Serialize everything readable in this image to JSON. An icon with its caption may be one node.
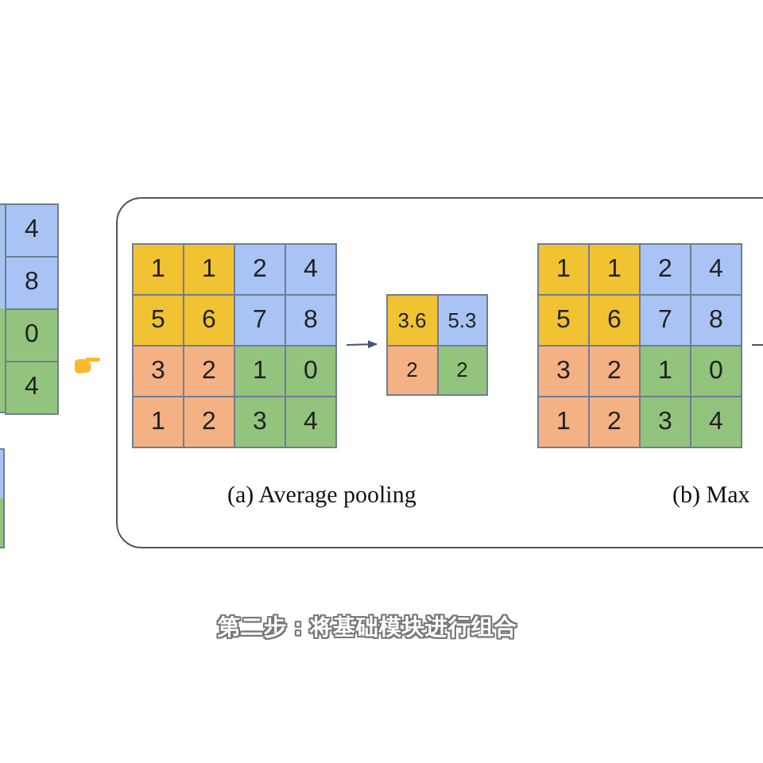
{
  "diagram": {
    "nodes": [
      {
        "text": [],
        "shape": "box"
      },
      {
        "text": [
          "4"
        ],
        "in": 0
      },
      {
        "text": [
          "8"
        ],
        "in": 0
      },
      {
        "text": [
          "0"
        ],
        "in": 0
      },
      {
        "text": [
          "4"
        ],
        "in": 0
      },
      {
        "text": [],
        "shape": "box"
      },
      {
        "text": [],
        "shape": "box",
        "in": 5,
        "beside": [
          "(a) Average pooling"
        ]
      },
      {
        "text": [
          "1"
        ],
        "in": 6
      },
      {
        "text": [
          "1"
        ],
        "in": 6
      },
      {
        "text": [
          "2"
        ],
        "in": 6
      },
      {
        "text": [
          "4"
        ],
        "in": 6
      },
      {
        "text": [
          "5"
        ],
        "in": 6
      },
      {
        "text": [
          "6"
        ],
        "in": 6
      },
      {
        "text": [
          "7"
        ],
        "in": 6
      },
      {
        "text": [
          "8"
        ],
        "in": 6
      },
      {
        "text": [
          "3"
        ],
        "in": 6
      },
      {
        "text": [
          "2"
        ],
        "in": 6
      },
      {
        "text": [
          "1"
        ],
        "in": 6
      },
      {
        "text": [
          "0"
        ],
        "in": 6
      },
      {
        "text": [
          "1"
        ],
        "in": 6
      },
      {
        "text": [
          "2"
        ],
        "in": 6
      },
      {
        "text": [
          "3"
        ],
        "in": 6
      },
      {
        "text": [
          "4"
        ],
        "in": 6
      },
      {
        "text": [],
        "shape": "box",
        "in": 5
      },
      {
        "text": [
          "3.6"
        ],
        "in": 23
      },
      {
        "text": [
          "5.3"
        ],
        "in": 23
      },
      {
        "text": [
          "2"
        ],
        "in": 23
      },
      {
        "text": [
          "2"
        ],
        "in": 23
      },
      {
        "text": [],
        "shape": "box",
        "in": 5,
        "beside": [
          "(b) Max"
        ]
      },
      {
        "text": [
          "1"
        ],
        "in": 28
      },
      {
        "text": [
          "1"
        ],
        "in": 28
      },
      {
        "text": [
          "2"
        ],
        "in": 28
      },
      {
        "text": [
          "4"
        ],
        "in": 28
      },
      {
        "text": [
          "5"
        ],
        "in": 28
      },
      {
        "text": [
          "6"
        ],
        "in": 28
      },
      {
        "text": [
          "7"
        ],
        "in": 28
      },
      {
        "text": [
          "8"
        ],
        "in": 28
      },
      {
        "text": [
          "3"
        ],
        "in": 28
      },
      {
        "text": [
          "2"
        ],
        "in": 28
      },
      {
        "text": [
          "1"
        ],
        "in": 28
      },
      {
        "text": [
          "0"
        ],
        "in": 28
      },
      {
        "text": [
          "1"
        ],
        "in": 28
      },
      {
        "text": [
          "2"
        ],
        "in": 28
      },
      {
        "text": [
          "3"
        ],
        "in": 28
      },
      {
        "text": [
          "4"
        ],
        "in": 28
      }
    ],
    "edges": [
      {
        "from": 6,
        "to": 23,
        "arrow": "to"
      },
      {
        "from": 28,
        "to": null,
        "arrow": "none"
      }
    ],
    "labels": [
      "第二步：将基础模块进行组合"
    ]
  }
}
